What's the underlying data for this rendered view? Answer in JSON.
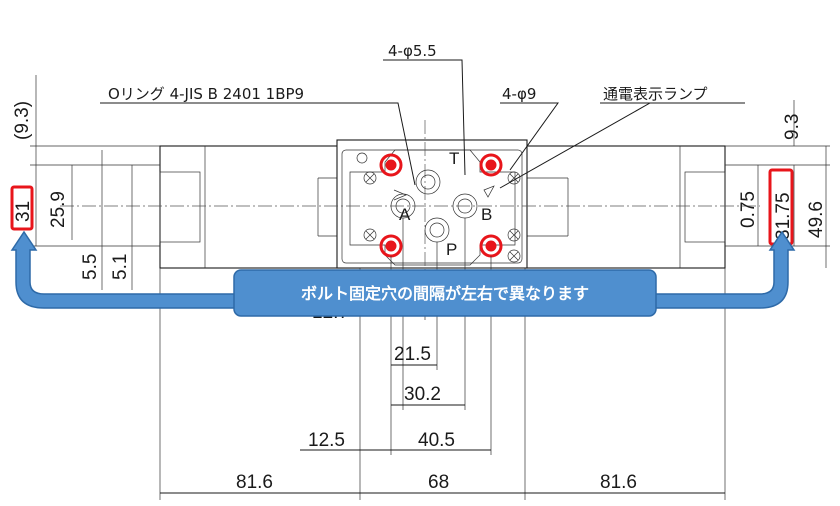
{
  "callouts": {
    "oring": "Oリング 4-JIS B 2401 1BP9",
    "bolt_holes": "4-φ5.5",
    "pilot_holes": "4-φ9",
    "lamp": "通電表示ランプ"
  },
  "ports": {
    "a": "A",
    "b": "B",
    "p": "P",
    "t": "T"
  },
  "dims": {
    "left_93_paren": "(9.3)",
    "left_31": "31",
    "left_259": "25.9",
    "left_55": "5.5",
    "left_51": "5.1",
    "right_93": "9.3",
    "right_075": "0.75",
    "right_3175": "31.75",
    "right_496": "49.6",
    "bottom_127": "12.7",
    "bottom_215": "21.5",
    "bottom_302": "30.2",
    "bottom_125": "12.5",
    "bottom_405": "40.5",
    "bottom_816_left": "81.6",
    "bottom_68": "68",
    "bottom_816_right": "81.6"
  },
  "banner": {
    "text": "ボルト固定穴の間隔が左右で異なります"
  },
  "colors": {
    "highlight": "#e8151b",
    "banner_fill": "#4f8fcf"
  }
}
